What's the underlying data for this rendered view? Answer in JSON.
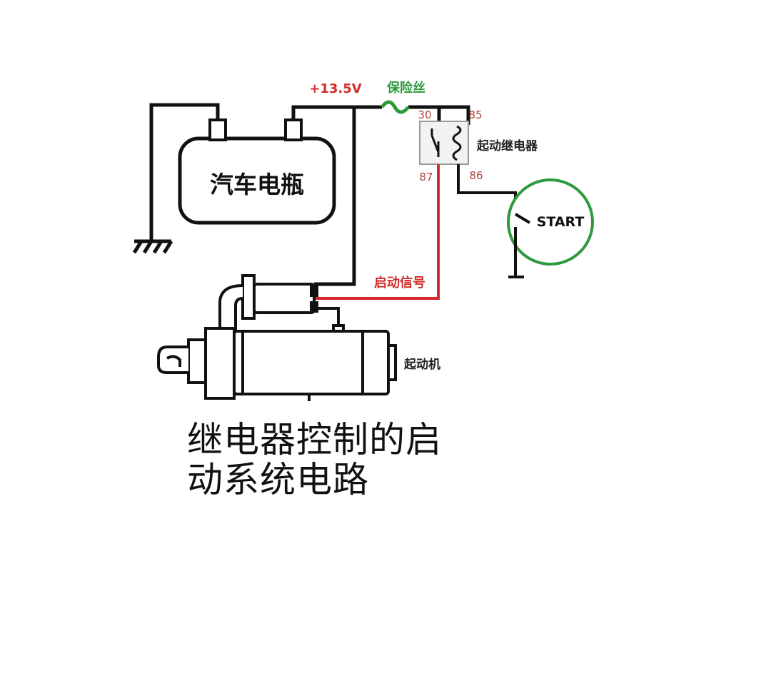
{
  "diagram": {
    "labels": {
      "voltage": "+13.5V",
      "fuse": "保险丝",
      "battery": "汽车电瓶",
      "pin_30": "30",
      "pin_85": "85",
      "pin_87": "87",
      "pin_86": "86",
      "relay": "起动继电器",
      "start": "START",
      "signal": "启动信号",
      "starter": "起动机"
    },
    "caption": {
      "line1": "继电器控制的启",
      "line2": "动系统电路"
    }
  },
  "colors": {
    "wire": "#111111",
    "voltage_label": "#d42a2a",
    "fuse": "#2e9a3e",
    "signal_wire": "#d42a2a",
    "pin_label": "#b0433a",
    "start_circle": "#2e9a3e",
    "relay_fill": "#f2f2f2"
  }
}
